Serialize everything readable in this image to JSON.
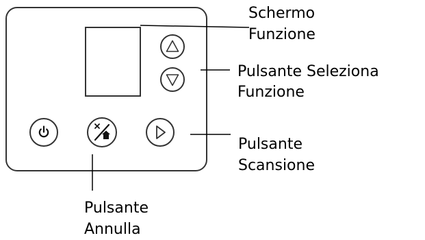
{
  "callouts": {
    "display": {
      "line1": "Schermo",
      "line2": "Funzione"
    },
    "select": {
      "line1": "Pulsante Seleziona",
      "line2": "Funzione"
    },
    "scan": {
      "line1": "Pulsante",
      "line2": "Scansione"
    },
    "cancel": {
      "line1": "Pulsante",
      "line2": "Annulla"
    }
  },
  "buttons": {
    "up": {
      "icon": "triangle-up-icon"
    },
    "down": {
      "icon": "triangle-down-icon"
    },
    "power": {
      "icon": "power-icon"
    },
    "cancel": {
      "icon": "cancel-home-icon"
    },
    "scan": {
      "icon": "play-icon"
    }
  },
  "colors": {
    "stroke": "#333333",
    "text": "#000000",
    "background": "#ffffff"
  }
}
